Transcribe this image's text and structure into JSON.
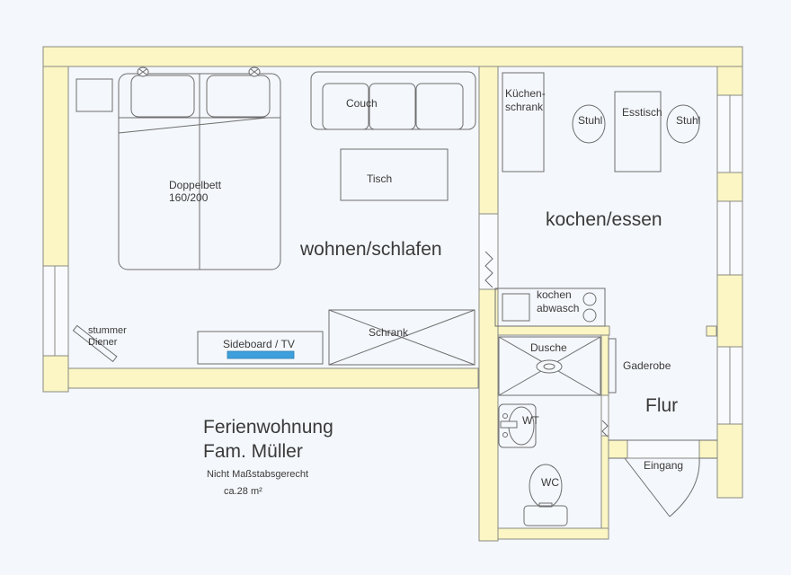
{
  "plan": {
    "title_line1": "Ferienwohnung",
    "title_line2": "Fam. Müller",
    "note": "Nicht Maßstabsgerecht",
    "area": "ca.28 m²"
  },
  "rooms": {
    "living": "wohnen/schlafen",
    "kitchen": "kochen/essen",
    "hall": "Flur"
  },
  "furniture": {
    "bed_label": "Doppelbett",
    "bed_size": "160/200",
    "couch": "Couch",
    "table": "Tisch",
    "sideboard": "Sideboard / TV",
    "wardrobe": "Schrank",
    "valet_line1": "stummer",
    "valet_line2": "Diener",
    "kitchen_cabinet_line1": "Küchen-",
    "kitchen_cabinet_line2": "schrank",
    "chair_left": "Stuhl",
    "chair_right": "Stuhl",
    "dining_table": "Esstisch",
    "stove_line1": "kochen",
    "stove_line2": "abwasch",
    "shower": "Dusche",
    "sink": "WT",
    "toilet": "WC",
    "coat_rack": "Gaderobe",
    "entrance": "Eingang"
  },
  "colors": {
    "wall": "#fbf6c3",
    "background": "#f4f7fb",
    "line": "#6e6e6e",
    "tv": "#3da0dc"
  }
}
